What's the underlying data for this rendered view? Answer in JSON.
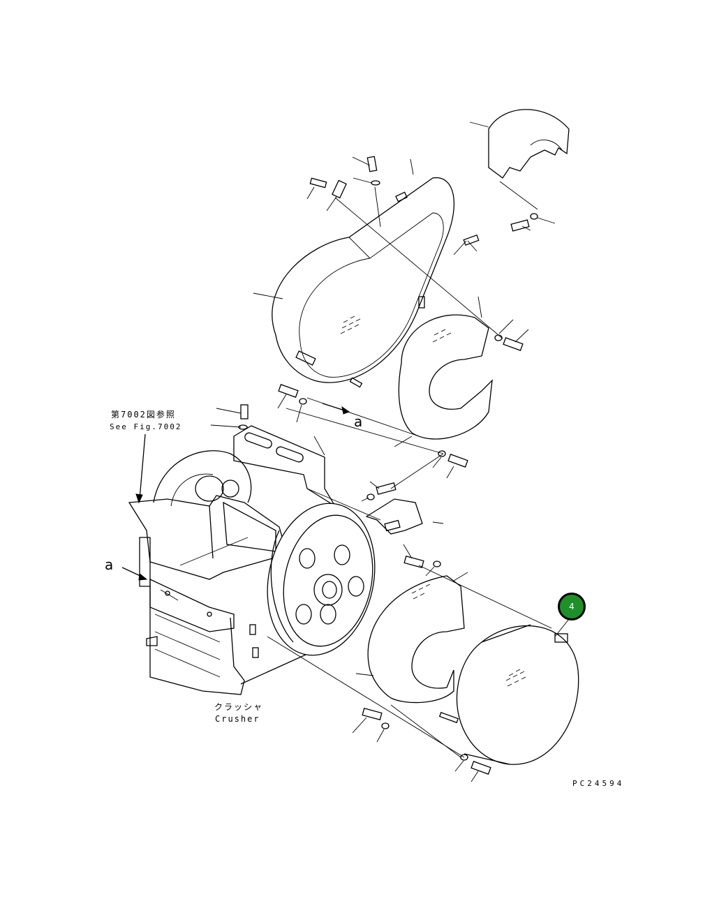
{
  "diagram": {
    "reference_label_jp": "第7002図参照",
    "reference_label_en": "See Fig.7002",
    "component_label_jp": "クラッシャ",
    "component_label_en": "Crusher",
    "view_callout_upper": "a",
    "view_callout_lower": "a",
    "figure_number": "PC24594",
    "highlight_badge": {
      "number": "4",
      "color": "#1f8f2a"
    }
  }
}
